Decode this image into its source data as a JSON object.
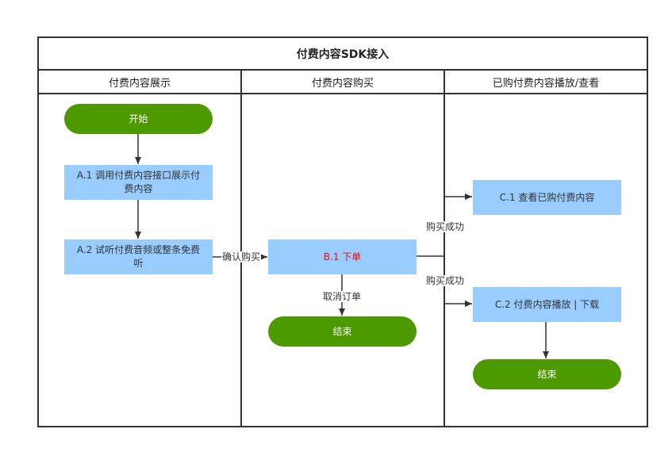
{
  "title": "付费内容SDK接入",
  "lanes": [
    "付费内容展示",
    "付费内容购买",
    "已购付费内容播放/查看"
  ],
  "nodes": {
    "start": "开始",
    "a1": "A.1 调用付费内容接口展示付费内容",
    "a2": "A.2 试听付费音频或整条免费听",
    "b1": "B.1 下单",
    "end_b": "结束",
    "c1": "C.1 查看已购付费内容",
    "c2": "C.2 付费内容播放 | 下载",
    "end_c": "结束"
  },
  "edge_labels": {
    "confirm_buy": "确认购买",
    "buy_success_1": "购买成功",
    "buy_success_2": "购买成功",
    "cancel_order": "取消订单"
  },
  "colors": {
    "terminal": "#4d9900",
    "process": "#99ccff",
    "highlight_text": "#ff0000",
    "line": "#333333"
  }
}
